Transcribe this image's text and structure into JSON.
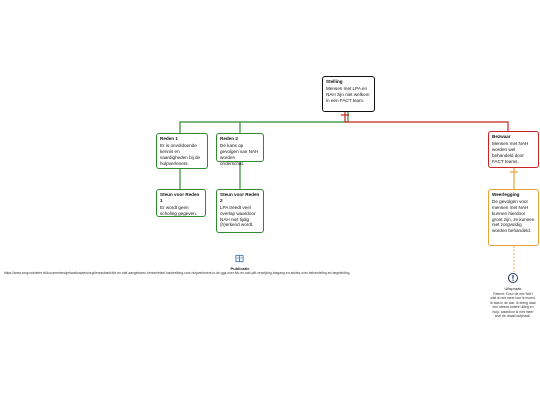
{
  "nodes": {
    "stelling": {
      "title": "Stelling",
      "body": "Mensen met LPA en NAH zijn niet welkom in een FACT team."
    },
    "reden1": {
      "title": "Reden 1",
      "body": "Er is onvoldoende kennis en vaardigheden bij de hulpverleners."
    },
    "reden2": {
      "title": "Reden 2",
      "body": "De kans op gevolgen van NAH worden onderschat."
    },
    "steun1": {
      "title": "Steun voor Reden 1",
      "body": "Er wordt geen scholing gegeven."
    },
    "steun2": {
      "title": "Steun voor Reden 2",
      "body": "LPA treedt veel overlap waardoor NAH niet tijdig (h)erkend wordt."
    },
    "bezwaar": {
      "title": "Bezwaar",
      "body": "Mensen met NAH worden wel behandeld door FACT teams."
    },
    "weerlegging": {
      "title": "Weerlegging",
      "body": "De gevolgen voor mensen met NAH kunnen hierdoor groot zijn, ze kunnen niet zorgvuldig worden behandeld."
    }
  },
  "publication": {
    "label": "Publicatie",
    "url": "https://www.zorgvoorbeter.nl/documenten/gehandicaptenzorg/kennisbank/lvb-en-niet-aangeboren-hersenletsel-handreiking-voor-hulpverleners-in-de-ggz-over-lvb-en-nah-pdf-verwijzing-toegang-en-advies-over-behandeling-en-begeleiding"
  },
  "note": {
    "title": "Uitspraak",
    "body": "Patient: 'Door de mix NAH wist ik niet meer hoe ik moest, ik was in de war. Ik kreeg daar een steeds betere uitleg en hulp, waardoor ik niet meer snel de draad kwijtraak.'"
  },
  "colors": {
    "support": "#2e8b2e",
    "objection": "#cc2222",
    "rebuttal": "#e8a23a",
    "claim": "#111111"
  },
  "icons": {
    "publication": "book-icon",
    "note": "exclamation-icon"
  }
}
